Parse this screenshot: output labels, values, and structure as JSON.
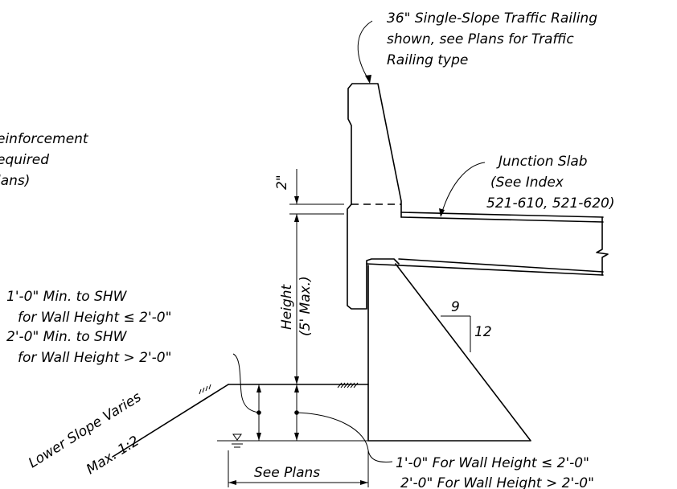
{
  "callouts": {
    "railing": [
      "36\" Single-Slope Traffic Railing",
      "shown, see Plans for Traffic",
      "Railing type"
    ],
    "reinforcement": [
      "einforcement",
      "equired",
      "lans)"
    ],
    "junction_slab": [
      "Junction Slab",
      "(See Index",
      "521-610, 521-620)"
    ],
    "shw_min": [
      "1'-0\" Min. to SHW",
      "for Wall Height ≤ 2'-0\"",
      "2'-0\" Min. to SHW",
      "for Wall Height > 2'-0\""
    ],
    "bottom_note": [
      "1'-0\" For Wall Height ≤ 2'-0\"",
      "2'-0\" For Wall Height > 2'-0\""
    ]
  },
  "dimensions": {
    "two_inch": "2\"",
    "height": "Height",
    "height_max": "(5' Max.)",
    "see_plans": "See Plans"
  },
  "slope": {
    "rise": "9",
    "run": "12",
    "lower_slope_1": "Lower Slope Varies",
    "lower_slope_2": "Max. 1:2"
  }
}
